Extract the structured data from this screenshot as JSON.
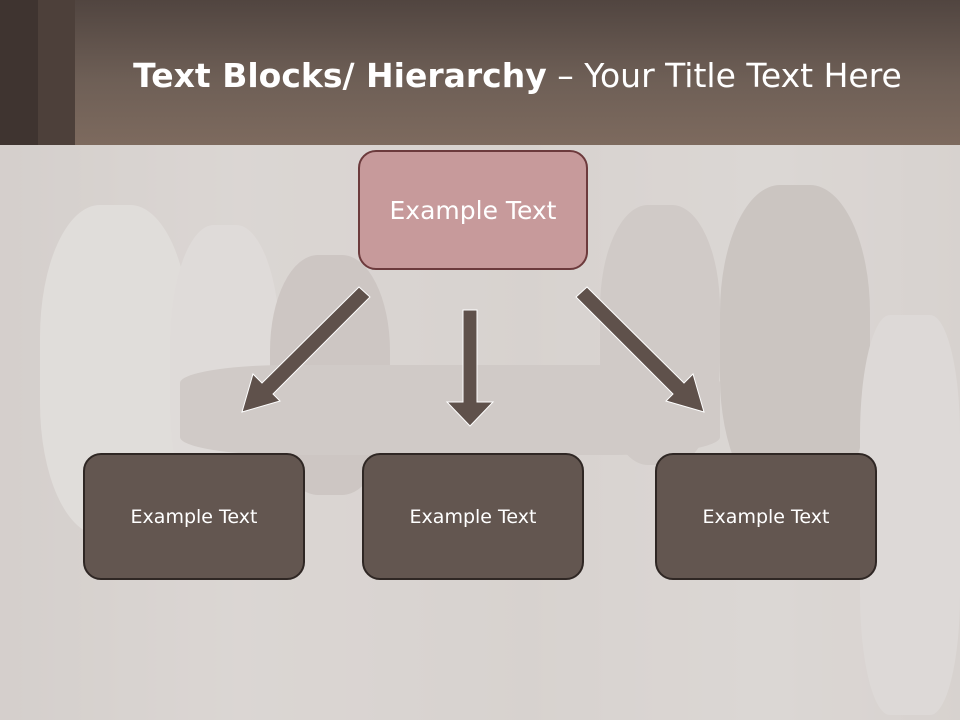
{
  "slide": {
    "title_bold": "Text Blocks/ Hierarchy",
    "title_rest": " – Your Title Text Here"
  },
  "diagram": {
    "top": {
      "label": "Example Text"
    },
    "children": [
      {
        "label": "Example Text"
      },
      {
        "label": "Example Text"
      },
      {
        "label": "Example Text"
      }
    ]
  },
  "colors": {
    "title_bar": "#6e5f56",
    "top_box": "#c79a9b",
    "child_box": "#635650",
    "arrow": "#5f514b"
  }
}
